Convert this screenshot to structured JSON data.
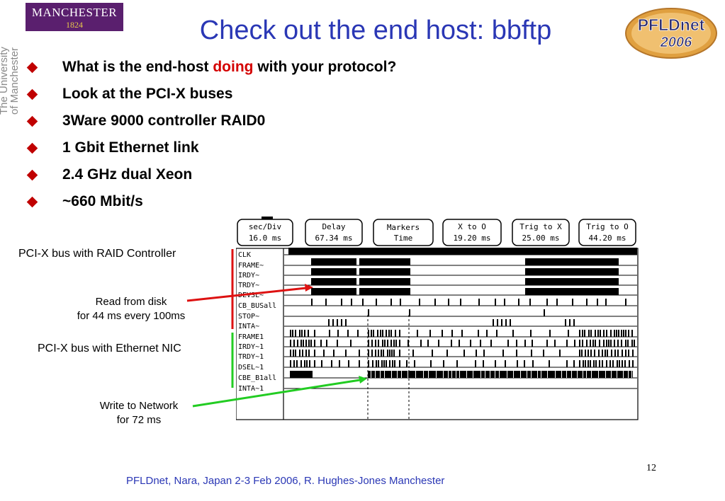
{
  "logo": {
    "line1": "MANCHESTER",
    "line2": "1824"
  },
  "university_vertical": {
    "line1": "The University",
    "line2": "of Manchester"
  },
  "title": "Check out the end host: bbftp",
  "pfldnet_logo": {
    "line1": "PFLDnet",
    "line2": "2006"
  },
  "bullets": [
    {
      "pre": "What is the end-host ",
      "emph": "doing",
      "post": " with your protocol?"
    },
    {
      "pre": "Look at the PCI-X buses",
      "emph": "",
      "post": ""
    },
    {
      "pre": "3Ware 9000 controller RAID0",
      "emph": "",
      "post": ""
    },
    {
      "pre": "1 Gbit Ethernet link",
      "emph": "",
      "post": ""
    },
    {
      "pre": "2.4 GHz  dual Xeon",
      "emph": "",
      "post": ""
    },
    {
      "pre": "~660 Mbit/s",
      "emph": "",
      "post": ""
    }
  ],
  "labels": {
    "raid": "PCI-X bus with RAID Controller",
    "read_line1": "Read from disk",
    "read_line2": "for 44 ms every 100ms",
    "nic": "PCI-X bus with Ethernet NIC",
    "write_line1": "Write to Network",
    "write_line2": "for 72 ms"
  },
  "scope": {
    "buttons": [
      {
        "name": "sec/Div",
        "value": "16.0 ms"
      },
      {
        "name": "Delay",
        "value": "67.34 ms"
      },
      {
        "name": "Markers",
        "value": "Time"
      },
      {
        "name": "X to O",
        "value": "19.20 ms"
      },
      {
        "name": "Trig to X",
        "value": "25.00 ms"
      },
      {
        "name": "Trig to O",
        "value": "44.20 ms"
      }
    ],
    "signals": [
      "CLK",
      "FRAME~",
      "IRDY~",
      "TRDY~",
      "DEVSL~",
      "CB_BUSall",
      "STOP~",
      "INTA~",
      "FRAME1",
      "IRDY~1",
      "TRDY~1",
      "DSEL~1",
      "CBE_B1all",
      "INTA~1"
    ],
    "markers": {
      "t": "t",
      "x": "x",
      "o": "o"
    }
  },
  "colors": {
    "title": "#2a37b5",
    "bullet": "#c00000",
    "highlight": "#d40000",
    "raid_bar": "#dd1111",
    "nic_bar": "#22cc22"
  },
  "footer": "PFLDnet, Nara, Japan 2-3 Feb 2006,  R. Hughes-Jones  Manchester",
  "page_number": "12"
}
